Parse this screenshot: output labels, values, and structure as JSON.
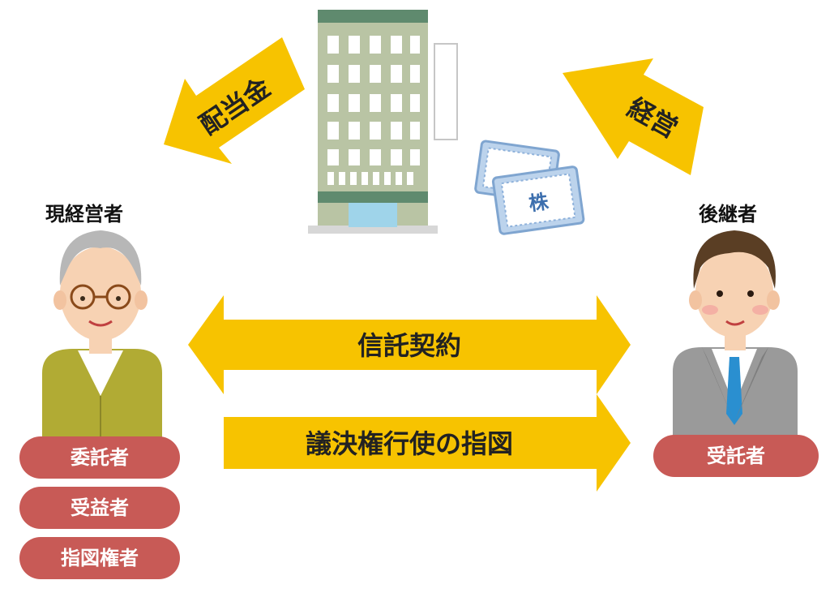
{
  "arrows": {
    "dividend": "配当金",
    "management": "経営",
    "trust_contract": "信託契約",
    "voting_instruction": "議決権行使の指図"
  },
  "stock_certificate": "株",
  "current_manager": {
    "label": "現経営者",
    "roles": [
      "委託者",
      "受益者",
      "指図権者"
    ]
  },
  "successor": {
    "label": "後継者",
    "roles": [
      "受託者"
    ]
  },
  "colors": {
    "arrow": "#f7c300",
    "role_badge": "#c85a56",
    "building": "#b9c4a4"
  }
}
